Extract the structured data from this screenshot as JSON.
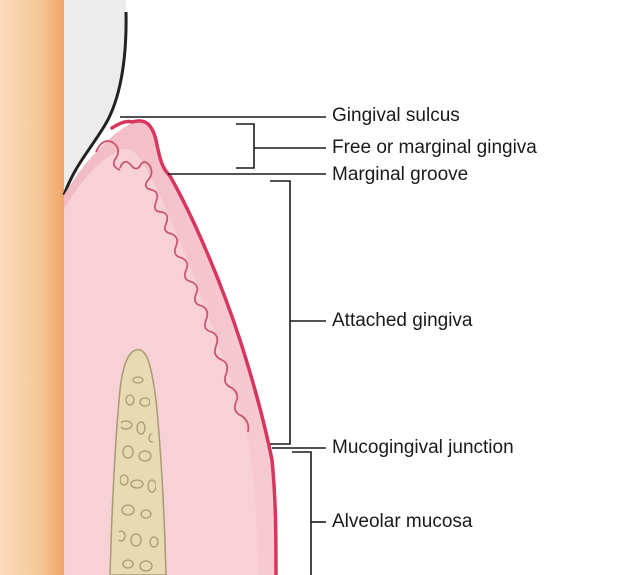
{
  "labels": {
    "gingival_sulcus": "Gingival sulcus",
    "free_marginal_gingiva": "Free or marginal gingiva",
    "marginal_groove": "Marginal groove",
    "attached_gingiva": "Attached gingiva",
    "mucogingival_junction": "Mucogingival junction",
    "alveolar_mucosa": "Alveolar mucosa"
  },
  "colors": {
    "tooth_root": "#f6c89a",
    "tooth_root_edge": "#f3a866",
    "gingiva_fill": "#f5c3cb",
    "gingiva_inner": "#f9d3d9",
    "gingiva_outline": "#d8365e",
    "epithelium_line": "#c9586f",
    "bone_fill": "#e8dab5",
    "bone_edge": "#a89a72",
    "bone_spot": "#a99a74",
    "enamel_fill": "#eeeeee",
    "enamel_outline": "#222222",
    "leader_line": "#1a1a1a"
  }
}
